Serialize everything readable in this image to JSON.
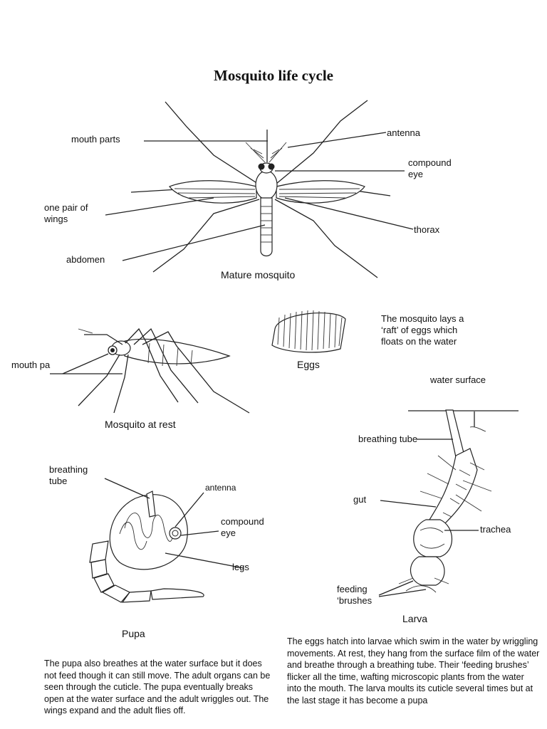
{
  "title": "Mosquito life cycle",
  "mature": {
    "caption": "Mature mosquito",
    "labels": {
      "mouth_parts": "mouth parts",
      "antenna": "antenna",
      "compound_eye": "compound\neye",
      "wings": "one pair of\nwings",
      "thorax": "thorax",
      "abdomen": "abdomen"
    }
  },
  "rest": {
    "caption": "Mosquito at rest",
    "mouth_label": "mouth pa"
  },
  "eggs": {
    "caption": "Eggs",
    "note": "The mosquito lays a\n‘raft’ of eggs which\nfloats on the water"
  },
  "larva": {
    "caption": "Larva",
    "labels": {
      "water_surface": "water surface",
      "breathing_tube": "breathing tube",
      "gut": "gut",
      "trachea": "trachea",
      "feeding_brushes": "feeding\n‘brushes"
    },
    "description": "The eggs hatch into larvae which swim in the water by wriggling movements. At rest, they hang from the surface film of the water and breathe through a breathing tube. Their ‘feeding brushes’ flicker all the time, wafting microscopic plants from the water into the mouth. The larva moults its cuticle several times but at the last stage it has become a pupa"
  },
  "pupa": {
    "caption": "Pupa",
    "labels": {
      "breathing_tube": "breathing\ntube",
      "antenna": "antenna",
      "compound_eye": "compound\neye",
      "legs": "legs"
    },
    "description": "The pupa also breathes at the water surface but it does not feed though it can still move. The adult organs can be seen through the cuticle. The pupa eventually breaks open at the water surface and the adult wriggles out. The wings expand and the adult flies off."
  }
}
